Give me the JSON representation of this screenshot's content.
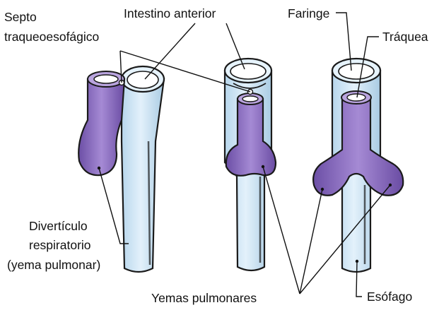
{
  "labels": {
    "septo_line1": "Septo",
    "septo_line2": "traqueoesofágico",
    "intestino": "Intestino anterior",
    "faringe": "Faringe",
    "traquea": "Tráquea",
    "diverticulo_line1": "Divertículo",
    "diverticulo_line2": "respiratorio",
    "diverticulo_line3": "(yema pulmonar)",
    "yemas": "Yemas pulmonares",
    "esofago": "Esófago"
  },
  "colors": {
    "foregut_fill": "#cfe6f5",
    "foregut_shade": "#9dc3dc",
    "outline": "#1a1a1a",
    "bud_fill": "#8e72c0",
    "bud_light": "#b5a0dc",
    "bud_dark": "#5d3f93",
    "leader": "#111111"
  }
}
